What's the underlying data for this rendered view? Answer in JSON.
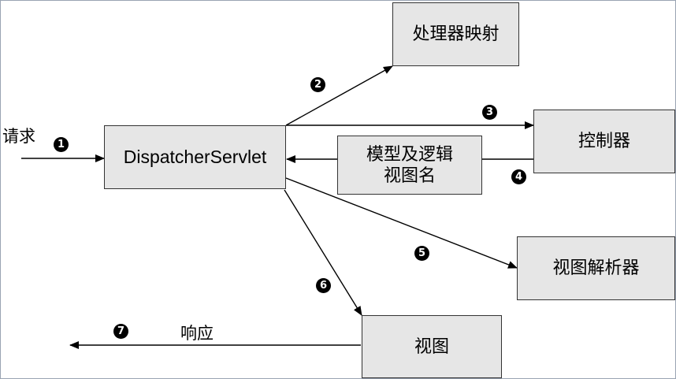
{
  "nodes": {
    "dispatcher": "DispatcherServlet",
    "handler_mapping": "处理器映射",
    "controller": "控制器",
    "model_view": [
      "模型及逻辑",
      "视图名"
    ],
    "view_resolver": "视图解析器",
    "view": "视图"
  },
  "labels": {
    "request": "请求",
    "response": "响应"
  },
  "steps": {
    "s1": "1",
    "s2": "2",
    "s3": "3",
    "s4": "4",
    "s5": "5",
    "s6": "6",
    "s7": "7"
  }
}
